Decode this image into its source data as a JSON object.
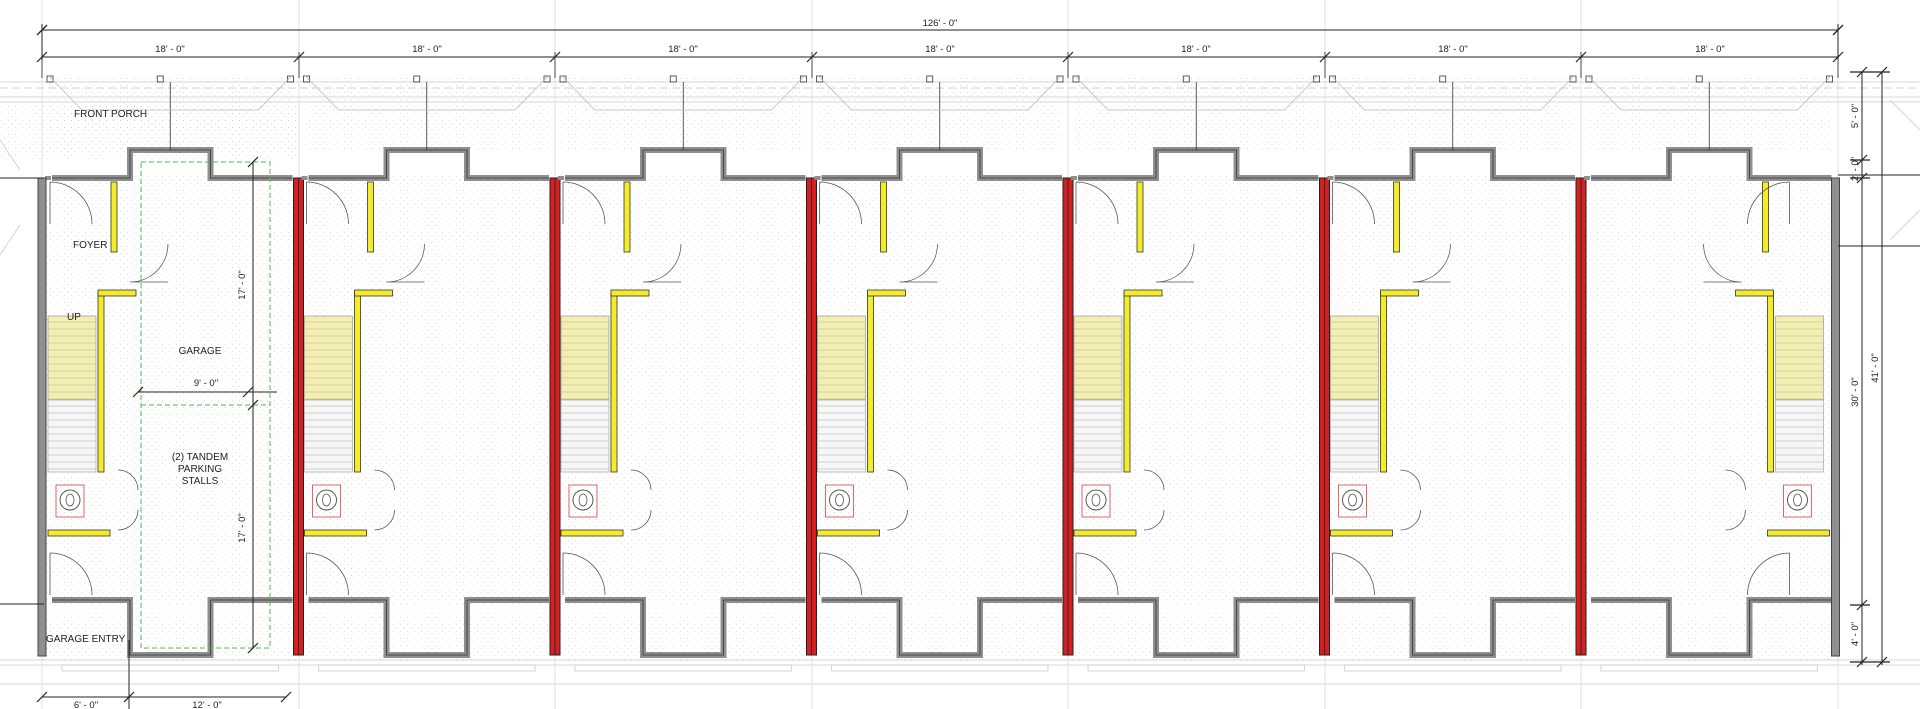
{
  "plan": {
    "overall_dimension": "126' - 0\"",
    "unit_widths": [
      "18' - 0\"",
      "18' - 0\"",
      "18' - 0\"",
      "18' - 0\"",
      "18' - 0\"",
      "18' - 0\"",
      "18' - 0\""
    ],
    "room_labels": {
      "front_porch": "FRONT PORCH",
      "foyer": "FOYER",
      "up": "UP",
      "garage": "GARAGE",
      "parking_1": "(2) TANDEM",
      "parking_2": "PARKING",
      "parking_3": "STALLS",
      "garage_entry": "GARAGE ENTRY"
    },
    "garage_dims": {
      "depth_upper": "17' - 0\"",
      "depth_lower": "17' - 0\"",
      "stall_width": "9' - 0\""
    },
    "bottom_dims": [
      "6' - 0\"",
      "12' - 0\""
    ],
    "right_dims": {
      "porch_depth": "5' - 0\"",
      "step": "2' - 0\"",
      "body": "30' - 0\"",
      "total": "41' - 0\"",
      "rear": "4' - 0\""
    },
    "colors": {
      "fire_wall": "#d42020",
      "yellow_wall": "#f2ec2a",
      "wall": "#8f8f8f",
      "stair": "#f3efb4",
      "guide_green": "#4cb84c"
    }
  }
}
